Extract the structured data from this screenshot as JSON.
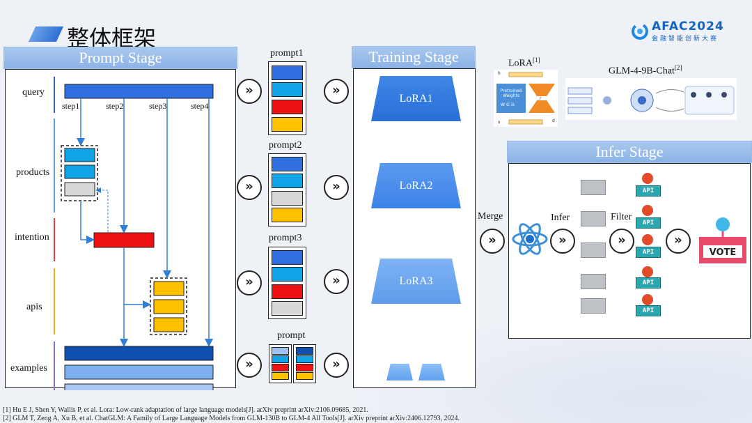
{
  "page": {
    "title": "整体框架"
  },
  "logo": {
    "main": "AFAC2024",
    "sub": "金融智能创新大赛"
  },
  "prompt_stage": {
    "title": "Prompt Stage",
    "rows": [
      "query",
      "products",
      "intention",
      "apis",
      "examples"
    ],
    "steps": [
      "step1",
      "step2",
      "step3",
      "step4"
    ]
  },
  "prompt_columns": [
    "prompt1",
    "prompt2",
    "prompt3",
    "prompt"
  ],
  "training_stage": {
    "title": "Training Stage",
    "items": [
      "LoRA1",
      "LoRA2",
      "LoRA3"
    ]
  },
  "lora_ref": {
    "label": "LoRA",
    "ref": "[1]",
    "pretrained": "Pretrained Weights",
    "w": "W ∈ ℝ",
    "h": "h",
    "x": "x",
    "r": "r",
    "d": "d"
  },
  "glm_ref": {
    "label": "GLM-4-9B-Chat",
    "ref": "[2]"
  },
  "infer_stage": {
    "title": "Infer Stage",
    "labels": {
      "merge": "Merge",
      "infer": "Infer",
      "filter": "Filter"
    },
    "api_label": "API",
    "vote": "VOTE"
  },
  "footnotes": [
    "[1] Hu E J, Shen Y, Wallis P, et al. Lora: Low-rank adaptation of large language models[J]. arXiv preprint arXiv:2106.09685, 2021.",
    "[2] GLM T, Zeng A, Xu B, et al. ChatGLM: A Family of Large Language Models from GLM-130B to GLM-4 All Tools[J]. arXiv preprint arXiv:2406.12793, 2024."
  ],
  "colors": {
    "blue": "#2f6fe0",
    "cyan": "#12a3e6",
    "red": "#ee1111",
    "yellow": "#ffc000",
    "gray": "#d8d8d8",
    "navy": "#0f4fb0",
    "light": "#9ec3f2"
  }
}
